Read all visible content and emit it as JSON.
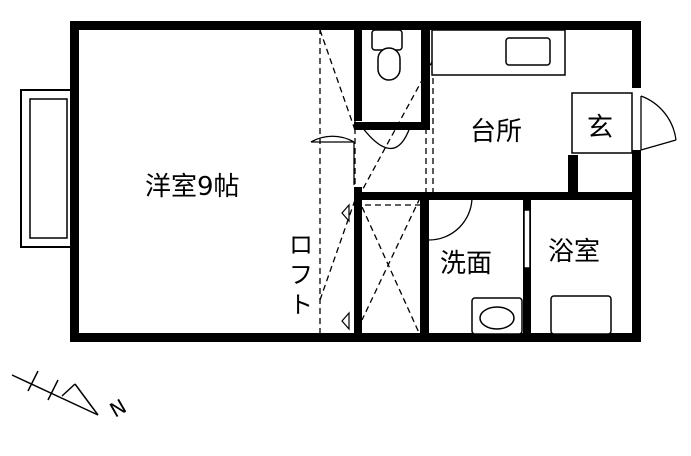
{
  "rooms": {
    "western_room": "洋室9帖",
    "kitchen": "台所",
    "entrance": "玄",
    "washroom": "洗面",
    "bathroom": "浴室"
  },
  "loft_chars": [
    "ロ",
    "フ",
    "ト"
  ],
  "compass_letter": "N"
}
